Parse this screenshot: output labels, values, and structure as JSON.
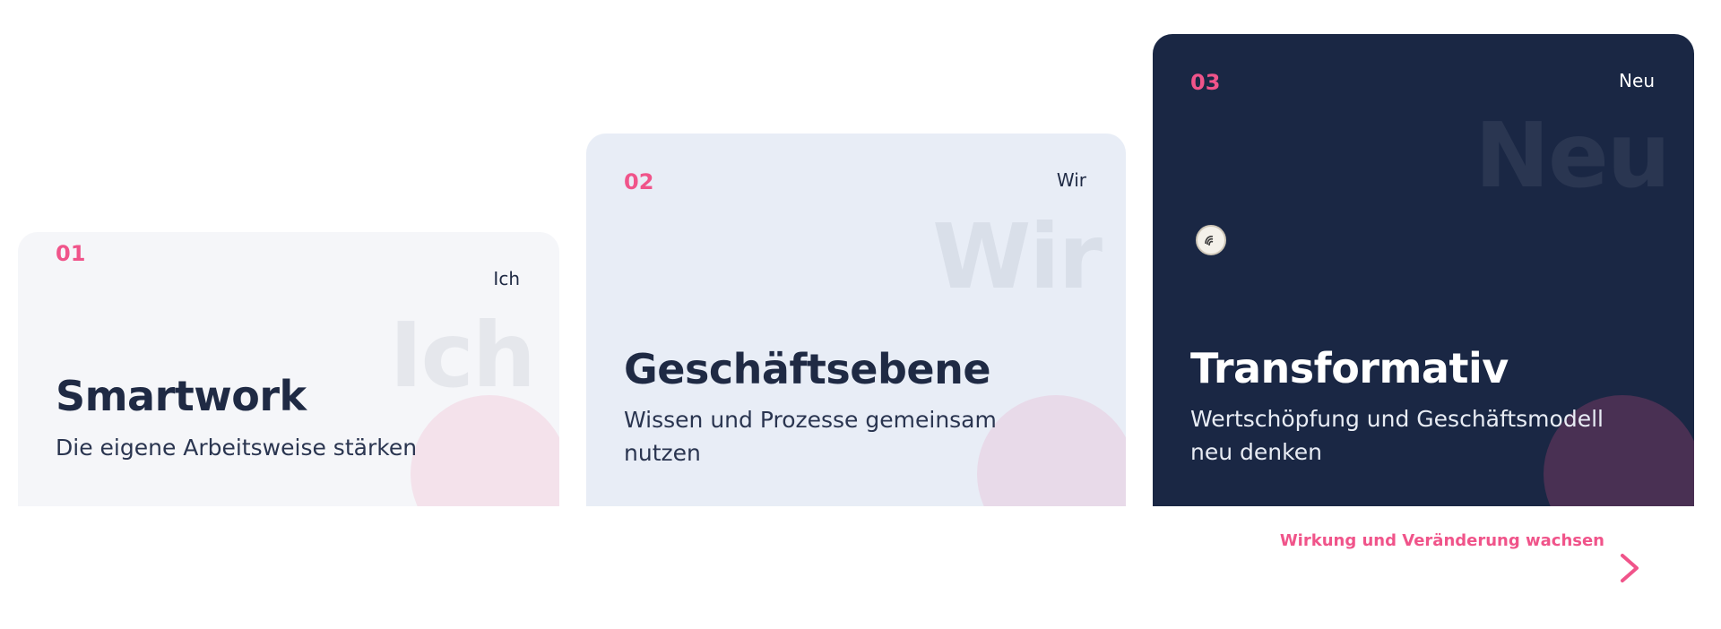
{
  "cards": [
    {
      "number": "01",
      "tag": "Ich",
      "watermark": "Ich",
      "title": "Smartwork",
      "description": "Die eigene Arbeitsweise stärken"
    },
    {
      "number": "02",
      "tag": "Wir",
      "watermark": "Wir",
      "title": "Geschäftsebene",
      "description": "Wissen und Prozesse gemeinsam nutzen"
    },
    {
      "number": "03",
      "tag": "Neu",
      "watermark": "Neu",
      "title": "Transformativ",
      "description": "Wertschöpfung und Geschäftsmodell neu denken",
      "icon": "fingerprint-icon"
    }
  ],
  "arrow": {
    "label": "Wirkung und Veränderung wachsen"
  },
  "colors": {
    "accent": "#f0548a",
    "dark_card": "#1a2744",
    "light_card": "#f5f6f9",
    "mid_card": "#e8edf6",
    "text_dark": "#1f2a44"
  }
}
